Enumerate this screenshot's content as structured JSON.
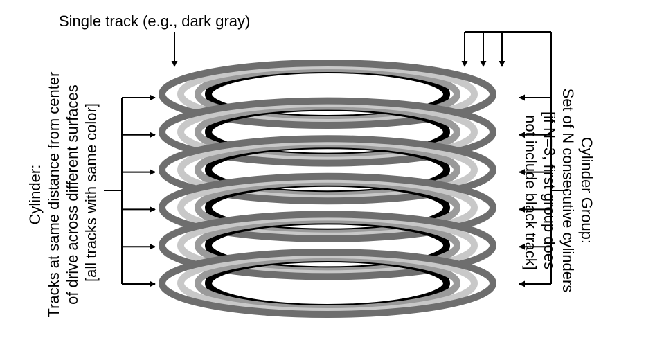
{
  "top_label": "Single track (e.g., dark gray)",
  "left_label": {
    "lines": [
      "Cylinder:",
      "Tracks at same distance from center",
      "of drive across different surfaces",
      "[all tracks with same color]"
    ]
  },
  "right_label": {
    "lines": [
      "Cylinder Group:",
      "Set of N consecutive cylinders",
      "[if N=3, first group does",
      "not include black track]"
    ]
  },
  "platter_count": 6,
  "track_colors": [
    "#6e6e6e",
    "#c8c8c8",
    "#9a9a9a",
    "#000000"
  ]
}
